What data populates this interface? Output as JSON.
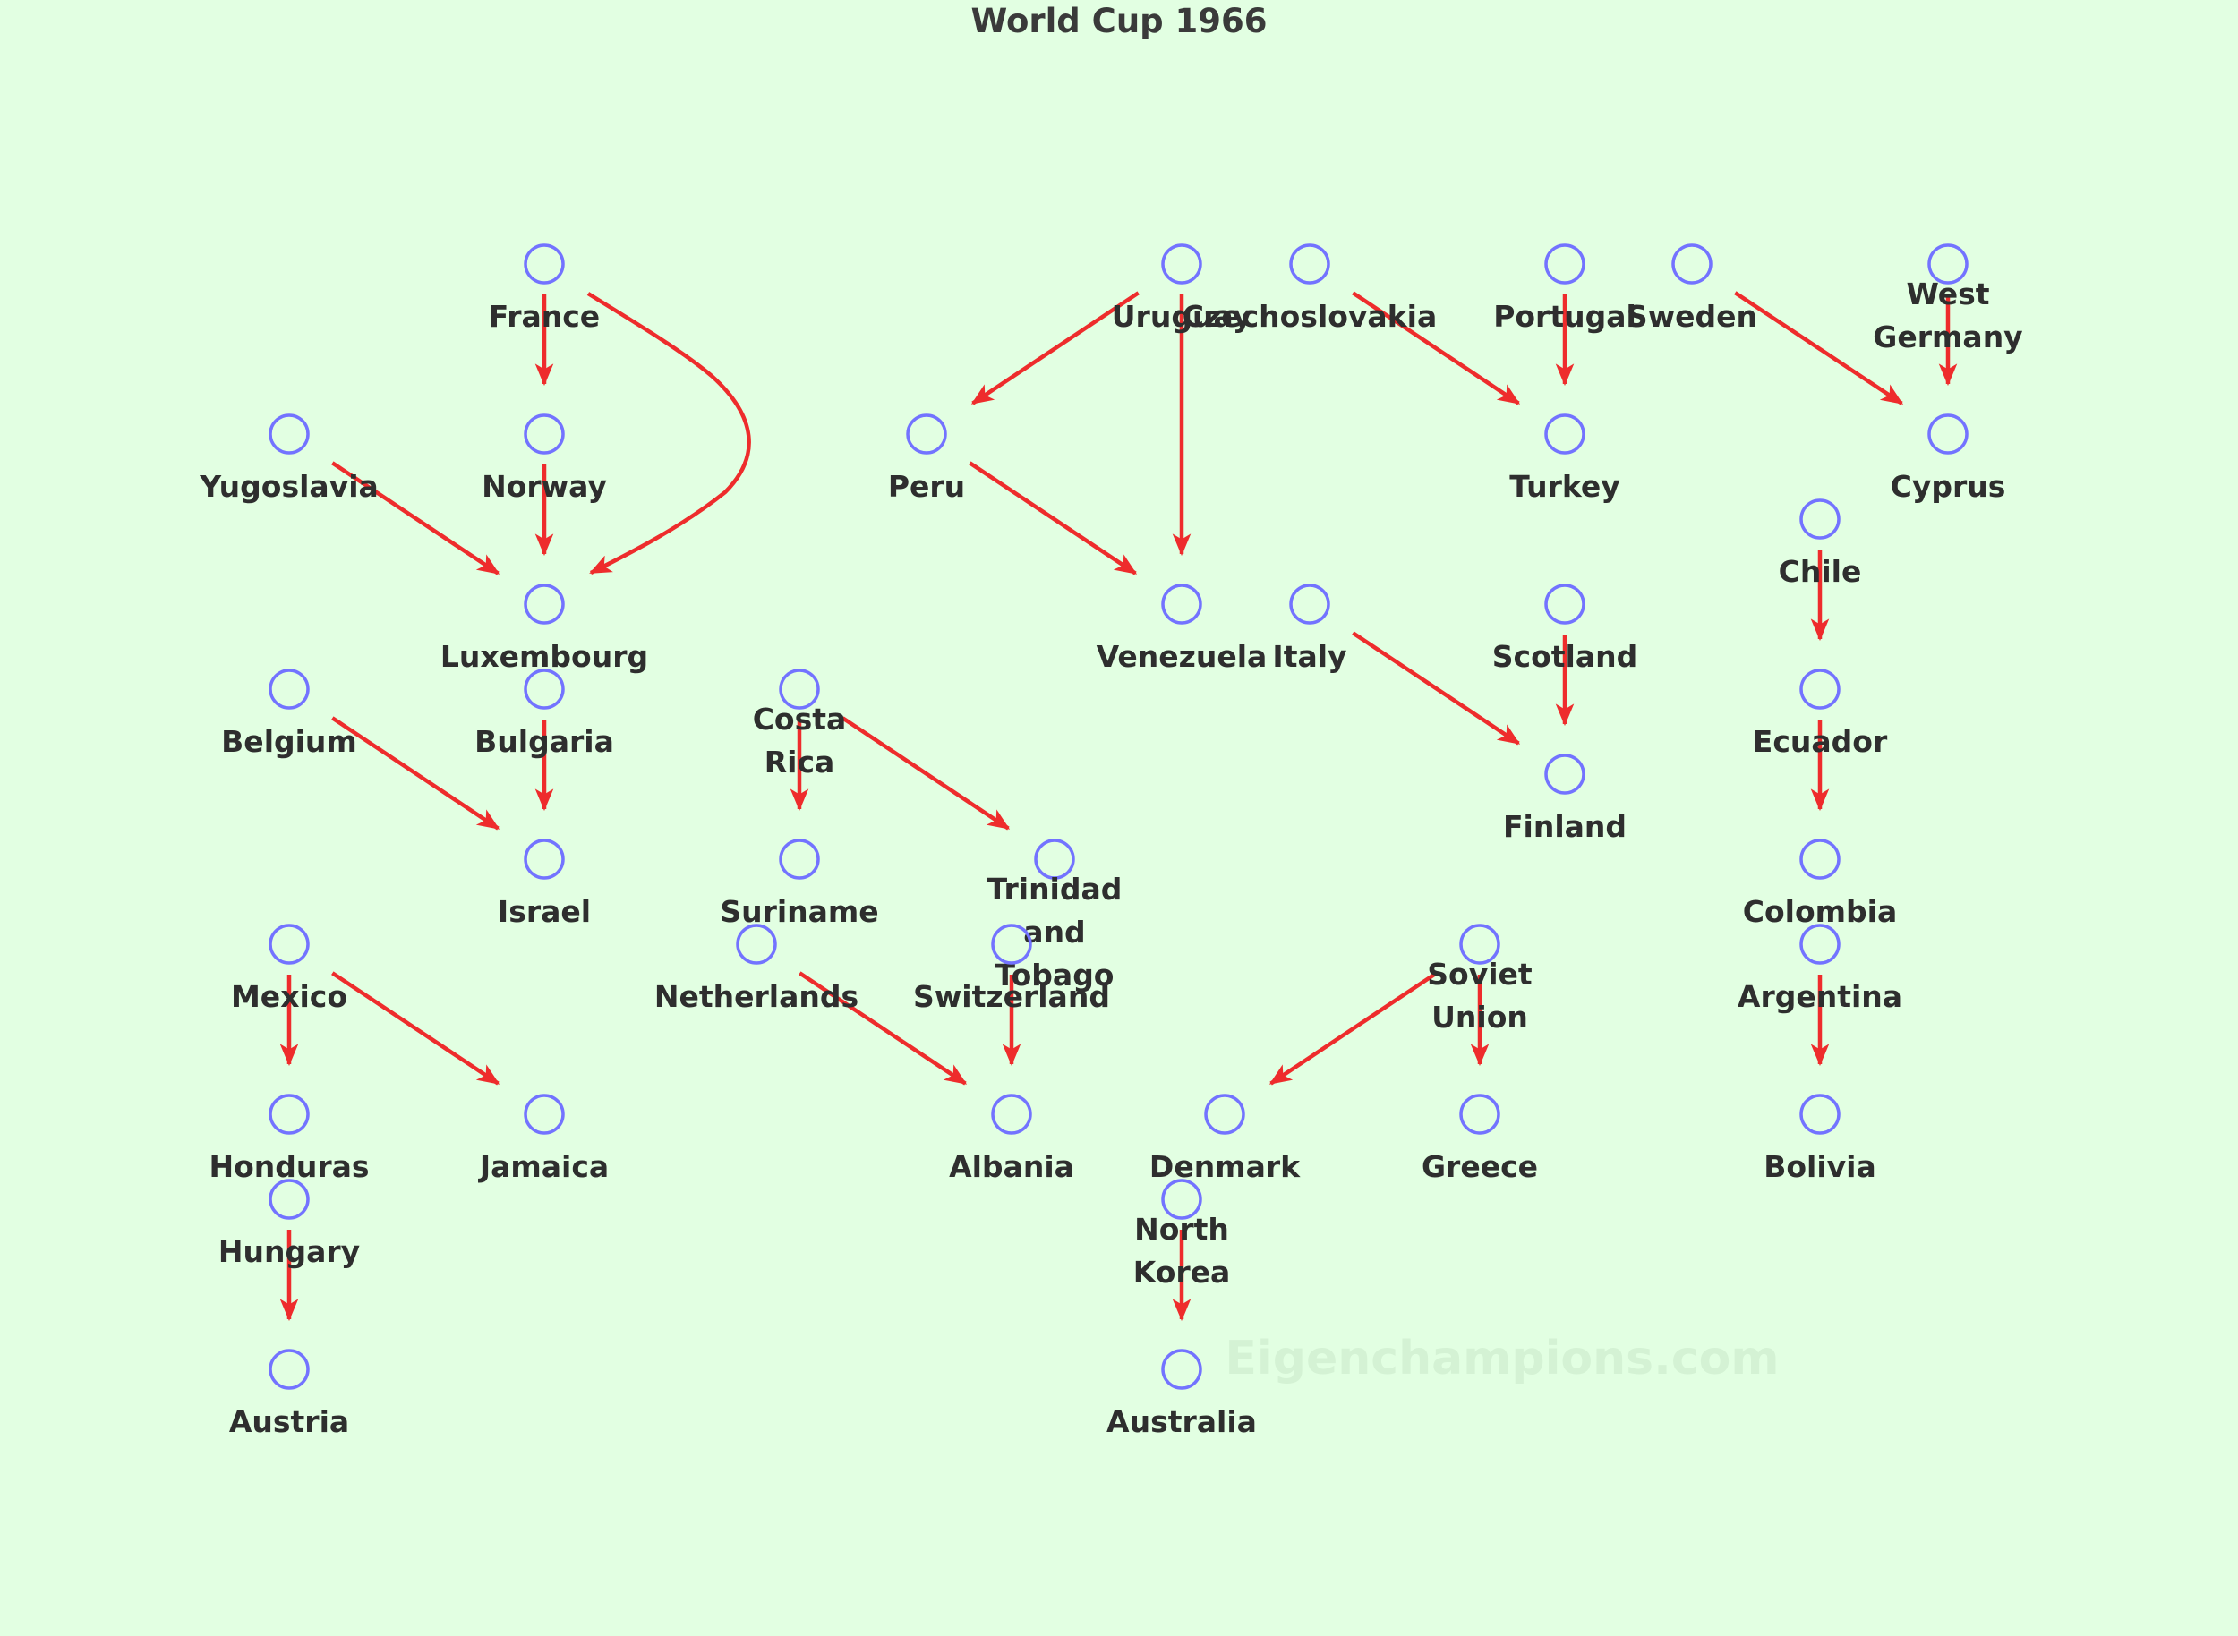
{
  "title": "World Cup 1966",
  "watermark": "Eigenchampions.com",
  "colors": {
    "background": "#e2ffe2",
    "node_stroke": "#7373ff",
    "edge": "#ee2c2c",
    "text": "#2e2e2e"
  },
  "nodes": [
    {
      "id": "france",
      "lines": [
        "France"
      ]
    },
    {
      "id": "uruguay",
      "lines": [
        "Uruguay"
      ]
    },
    {
      "id": "czechoslovakia",
      "lines": [
        "Czechoslovakia"
      ]
    },
    {
      "id": "portugal",
      "lines": [
        "Portugal"
      ]
    },
    {
      "id": "sweden",
      "lines": [
        "Sweden"
      ]
    },
    {
      "id": "west-germany",
      "lines": [
        "West",
        "Germany"
      ]
    },
    {
      "id": "yugoslavia",
      "lines": [
        "Yugoslavia"
      ]
    },
    {
      "id": "norway",
      "lines": [
        "Norway"
      ]
    },
    {
      "id": "peru",
      "lines": [
        "Peru"
      ]
    },
    {
      "id": "turkey",
      "lines": [
        "Turkey"
      ]
    },
    {
      "id": "cyprus",
      "lines": [
        "Cyprus"
      ]
    },
    {
      "id": "chile",
      "lines": [
        "Chile"
      ]
    },
    {
      "id": "luxembourg",
      "lines": [
        "Luxembourg"
      ]
    },
    {
      "id": "venezuela",
      "lines": [
        "Venezuela"
      ]
    },
    {
      "id": "italy",
      "lines": [
        "Italy"
      ]
    },
    {
      "id": "scotland",
      "lines": [
        "Scotland"
      ]
    },
    {
      "id": "belgium",
      "lines": [
        "Belgium"
      ]
    },
    {
      "id": "bulgaria",
      "lines": [
        "Bulgaria"
      ]
    },
    {
      "id": "costa-rica",
      "lines": [
        "Costa",
        "Rica"
      ]
    },
    {
      "id": "ecuador",
      "lines": [
        "Ecuador"
      ]
    },
    {
      "id": "finland",
      "lines": [
        "Finland"
      ]
    },
    {
      "id": "israel",
      "lines": [
        "Israel"
      ]
    },
    {
      "id": "suriname",
      "lines": [
        "Suriname"
      ]
    },
    {
      "id": "trinidad",
      "lines": [
        "Trinidad",
        "and",
        "Tobago"
      ]
    },
    {
      "id": "colombia",
      "lines": [
        "Colombia"
      ]
    },
    {
      "id": "mexico",
      "lines": [
        "Mexico"
      ]
    },
    {
      "id": "netherlands",
      "lines": [
        "Netherlands"
      ]
    },
    {
      "id": "switzerland",
      "lines": [
        "Switzerland"
      ]
    },
    {
      "id": "soviet-union",
      "lines": [
        "Soviet",
        "Union"
      ]
    },
    {
      "id": "argentina",
      "lines": [
        "Argentina"
      ]
    },
    {
      "id": "honduras",
      "lines": [
        "Honduras"
      ]
    },
    {
      "id": "jamaica",
      "lines": [
        "Jamaica"
      ]
    },
    {
      "id": "albania",
      "lines": [
        "Albania"
      ]
    },
    {
      "id": "denmark",
      "lines": [
        "Denmark"
      ]
    },
    {
      "id": "greece",
      "lines": [
        "Greece"
      ]
    },
    {
      "id": "bolivia",
      "lines": [
        "Bolivia"
      ]
    },
    {
      "id": "hungary",
      "lines": [
        "Hungary"
      ]
    },
    {
      "id": "north-korea",
      "lines": [
        "North",
        "Korea"
      ]
    },
    {
      "id": "austria",
      "lines": [
        "Austria"
      ]
    },
    {
      "id": "australia",
      "lines": [
        "Australia"
      ]
    }
  ],
  "edges": [
    {
      "from": "france",
      "to": "norway"
    },
    {
      "from": "france",
      "to": "luxembourg"
    },
    {
      "from": "norway",
      "to": "luxembourg"
    },
    {
      "from": "yugoslavia",
      "to": "luxembourg"
    },
    {
      "from": "uruguay",
      "to": "peru"
    },
    {
      "from": "uruguay",
      "to": "venezuela"
    },
    {
      "from": "peru",
      "to": "venezuela"
    },
    {
      "from": "czechoslovakia",
      "to": "turkey"
    },
    {
      "from": "portugal",
      "to": "turkey"
    },
    {
      "from": "sweden",
      "to": "cyprus"
    },
    {
      "from": "west-germany",
      "to": "cyprus"
    },
    {
      "from": "chile",
      "to": "ecuador"
    },
    {
      "from": "ecuador",
      "to": "colombia"
    },
    {
      "from": "italy",
      "to": "finland"
    },
    {
      "from": "scotland",
      "to": "finland"
    },
    {
      "from": "belgium",
      "to": "israel"
    },
    {
      "from": "bulgaria",
      "to": "israel"
    },
    {
      "from": "costa-rica",
      "to": "suriname"
    },
    {
      "from": "costa-rica",
      "to": "trinidad"
    },
    {
      "from": "mexico",
      "to": "honduras"
    },
    {
      "from": "mexico",
      "to": "jamaica"
    },
    {
      "from": "netherlands",
      "to": "albania"
    },
    {
      "from": "switzerland",
      "to": "albania"
    },
    {
      "from": "soviet-union",
      "to": "denmark"
    },
    {
      "from": "soviet-union",
      "to": "greece"
    },
    {
      "from": "argentina",
      "to": "bolivia"
    },
    {
      "from": "hungary",
      "to": "austria"
    },
    {
      "from": "north-korea",
      "to": "australia"
    }
  ]
}
